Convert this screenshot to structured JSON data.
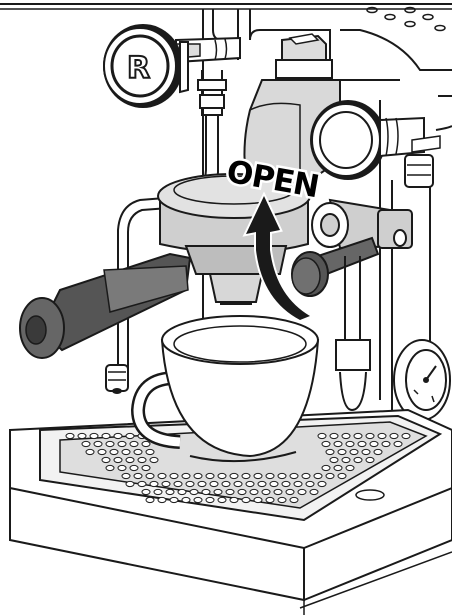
{
  "illustration": {
    "instruction_label": "OPEN",
    "valve_badge_letter": "R",
    "arrow_direction": "counter-clockwise",
    "colors": {
      "outline": "#1a1a1a",
      "shaded_metal": "#cfcfcf",
      "dark_handle": "#555555",
      "background": "#ffffff"
    },
    "icons": [
      "rotate-arrow-icon",
      "pressure-gauge-icon",
      "steam-valve-knob-icon"
    ]
  }
}
